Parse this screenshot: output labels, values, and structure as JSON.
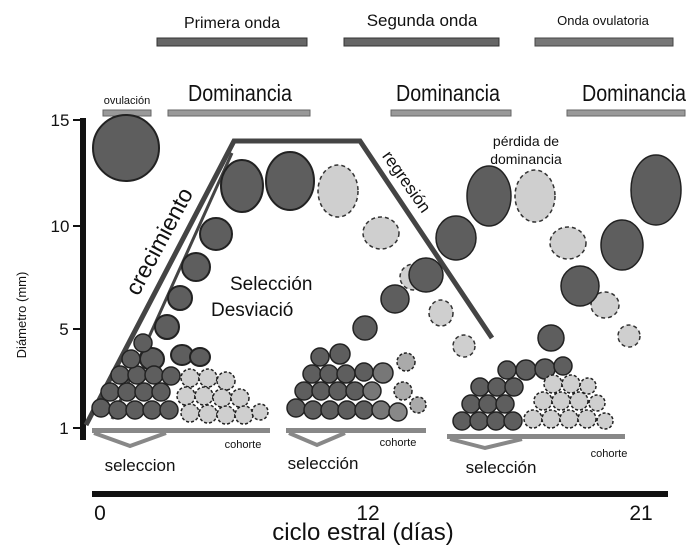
{
  "waves": {
    "first": "Primera onda",
    "second": "Segunda onda",
    "ovulatory": "Onda ovulatoria"
  },
  "dominance": {
    "label1": "Dominancia",
    "label2": "Dominancia",
    "label3": "Dominancia"
  },
  "labels": {
    "ovulation": "ovulación",
    "growth": "crecimiento",
    "regression": "regresión",
    "loss_dominance_line1": "pérdida de",
    "loss_dominance_line2": "dominancia",
    "selection_center": "Selección",
    "deviation_center": "Desviació",
    "selection1": "seleccion",
    "selection2": "selección",
    "selection3": "selección",
    "cohort1": "cohorte",
    "cohort2": "cohorte",
    "cohort3": "cohorte"
  },
  "y_axis": {
    "title": "Diámetro (mm)",
    "ticks": [
      "15",
      "10",
      "5",
      "1"
    ]
  },
  "x_axis": {
    "title": "ciclo estral (días)",
    "ticks": [
      "0",
      "12",
      "21"
    ]
  },
  "colors": {
    "dark_follicle": "#5e5e5e",
    "light_follicle": "#cfcfcf",
    "bar": "#6e6e6e",
    "line": "#444444"
  }
}
